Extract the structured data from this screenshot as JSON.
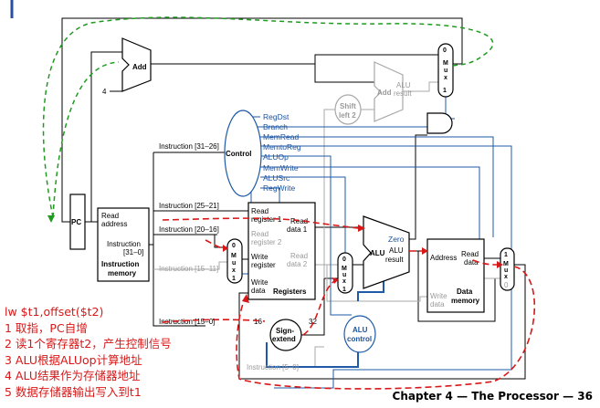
{
  "labels": {
    "add_top": "Add",
    "const_4": "4",
    "pc": "PC",
    "read_address": "Read",
    "read_address2": "address",
    "instruction": "Instruction",
    "instruction_range": "[31–0]",
    "imem1": "Instruction",
    "imem2": "memory",
    "instr_31_26": "Instruction [31–26]",
    "instr_25_21": "Instruction [25–21]",
    "instr_20_16": "Instruction [20–16]",
    "instr_15_11": "Instruction [15–11]",
    "instr_15_0": "Instruction [15–0]",
    "instr_5_0": "Instruction [5–0]",
    "control": "Control",
    "read_reg1a": "Read",
    "read_reg1b": "register 1",
    "read_reg2a": "Read",
    "read_reg2b": "register 2",
    "write_reg_a": "Write",
    "write_reg_b": "register",
    "write_data_a": "Write",
    "write_data_b": "data",
    "registers": "Registers",
    "read_data1a": "Read",
    "read_data1b": "data 1",
    "read_data2a": "Read",
    "read_data2b": "data 2",
    "alu": "ALU",
    "alu_result_a": "ALU",
    "alu_result_b": "result",
    "zero": "Zero",
    "shift_left_a": "Shift",
    "shift_left_b": "left 2",
    "add_branch": "Add",
    "add_branch_result_a": "ALU",
    "add_branch_result_b": "result",
    "sign_extend_a": "Sign-",
    "sign_extend_b": "extend",
    "bits_16": "16",
    "bits_32": "32",
    "alu_control_a": "ALU",
    "alu_control_b": "control",
    "dmem_address": "Address",
    "dmem_read_a": "Read",
    "dmem_read_b": "data",
    "dmem_write_a": "Write",
    "dmem_write_b": "data",
    "dmem_title_a": "Data",
    "dmem_title_b": "memory",
    "mux_m": "M",
    "mux_u": "u",
    "mux_x": "x",
    "mux_0": "0",
    "mux_1": "1"
  },
  "control_signals": [
    "RegDst",
    "Branch",
    "MemRead",
    "MemtoReg",
    "ALUOp",
    "MemWrite",
    "ALUSrc",
    "RegWrite"
  ],
  "steps": [
    "lw $t1,offset($t2)",
    "1 取指，PC自增",
    "2 读1个寄存器t2，产生控制信号",
    "3 ALU根据ALUop计算地址",
    "4 ALU结果作为存储器地址",
    "5 数据存储器输出写入到t1"
  ],
  "footer": "Chapter 4 — The Processor — 36",
  "colors": {
    "control_blue": "#1f5aa6",
    "highlight_red": "#d81818",
    "pc_path_green": "#1e9b1e",
    "unused_gray": "#a8a8a8",
    "accent_left_bar": "#2a4fa0"
  }
}
